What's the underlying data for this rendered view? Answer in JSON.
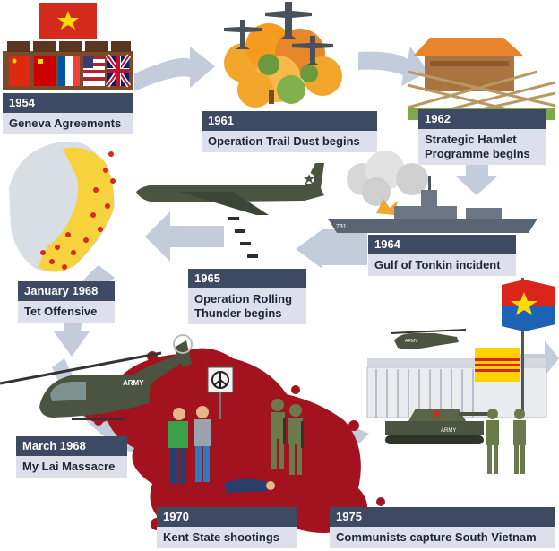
{
  "events": [
    {
      "year": "1954",
      "title": "Geneva Agreements"
    },
    {
      "year": "1961",
      "title": "Operation Trail Dust begins"
    },
    {
      "year": "1962",
      "title": "Strategic Hamlet Programme begins"
    },
    {
      "year": "1964",
      "title": "Gulf of Tonkin incident"
    },
    {
      "year": "1965",
      "title": "Operation Rolling Thunder begins"
    },
    {
      "year": "January 1968",
      "title": "Tet Offensive"
    },
    {
      "year": "March 1968",
      "title": "My Lai Massacre"
    },
    {
      "year": "1970",
      "title": "Kent State shootings"
    },
    {
      "year": "1975",
      "title": "Communists capture South Vietnam"
    }
  ],
  "illustrations": {
    "ship_number": "731",
    "helicopter_marking": "ARMY",
    "tank_marking": "ARMY"
  },
  "colors": {
    "label_year_bg": "#3d4a63",
    "label_title_bg": "#dde0ea",
    "arrow": "#c3ccda",
    "blood": "#a3131f",
    "napalm": "#f2a62c"
  }
}
